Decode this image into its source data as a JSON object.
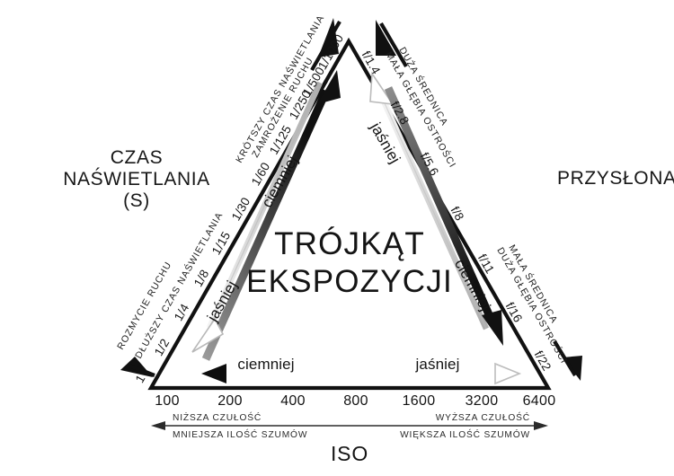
{
  "diagram": {
    "title": "TRÓJKĄT EKSPOZYCJI",
    "title_line1": "TRÓJKĄT",
    "title_line2": "EKSPOZYCJI",
    "colors": {
      "stroke": "#111111",
      "dark_arrow": "#1a1a1a",
      "light_arrow": "#d8d8d8",
      "text": "#141414",
      "background": "#ffffff"
    }
  },
  "shutter": {
    "corner_label_line1": "CZAS",
    "corner_label_line2": "NAŚWIETLANIA",
    "corner_label_line3": "(S)",
    "values": [
      "1",
      "1/2",
      "1/4",
      "1/8",
      "1/15",
      "1/30",
      "1/60",
      "1/125",
      "1/250",
      "1/500",
      "1/1000"
    ],
    "value_numerators": [
      "1",
      "1",
      "1",
      "1",
      "1",
      "1",
      "1",
      "1",
      "1",
      "1",
      "1"
    ],
    "value_denominators": [
      "",
      "2",
      "4",
      "8",
      "15",
      "30",
      "60",
      "125",
      "250",
      "500",
      "1000"
    ],
    "caption_bottom_outer": "ROZMYCIE RUCHU",
    "caption_bottom_inner": "DŁUŻSZY CZAS NAŚWIETLANIA",
    "caption_top_outer": "ZAMROŻENIE RUCHU",
    "caption_top_inner": "KRÓTSZY CZAS NAŚWIETLANIA",
    "inner_arrow_up_label": "ciemniej",
    "inner_arrow_down_label": "jaśniej"
  },
  "aperture": {
    "corner_label": "PRZYSŁONA",
    "values": [
      "f/1.4",
      "f/2.8",
      "f/5.6",
      "f/8",
      "f/11",
      "f/16",
      "f/22"
    ],
    "caption_top_outer": "MAŁA GŁĘBIA OSTROŚCI",
    "caption_top_inner": "DUŻA ŚREDNICA",
    "caption_bottom_outer": "DUŻA GŁĘBIA OSTROŚCI",
    "caption_bottom_inner": "MAŁA ŚREDNICA",
    "inner_arrow_up_label": "jaśniej",
    "inner_arrow_down_label": "ciemniej"
  },
  "iso": {
    "axis_title": "ISO",
    "values": [
      "100",
      "200",
      "400",
      "800",
      "1600",
      "3200",
      "6400"
    ],
    "arrow_left_label": "ciemniej",
    "arrow_right_label": "jaśniej",
    "caption_left_top": "NIŻSZA CZUŁOŚĆ",
    "caption_left_bottom": "MNIEJSZA ILOŚĆ SZUMÓW",
    "caption_right_top": "WYŻSZA CZUŁOŚĆ",
    "caption_right_bottom": "WIĘKSZA ILOŚĆ SZUMÓW"
  },
  "chart_data": {
    "type": "diagram",
    "title": "TRÓJKĄT EKSPOZYCJI",
    "axes": [
      {
        "name": "CZAS NAŚWIETLANIA (S)",
        "position": "left-edge",
        "ticks": [
          "1",
          "1/2",
          "1/4",
          "1/8",
          "1/15",
          "1/30",
          "1/60",
          "1/125",
          "1/250",
          "1/500",
          "1/1000"
        ],
        "direction_low": "ROZMYCIE RUCHU / DŁUŻSZY CZAS NAŚWIETLANIA",
        "direction_high": "ZAMROŻENIE RUCHU / KRÓTSZY CZAS NAŚWIETLANIA",
        "exposure_low_end": "jaśniej",
        "exposure_high_end": "ciemniej"
      },
      {
        "name": "PRZYSŁONA",
        "position": "right-edge",
        "ticks": [
          "f/1.4",
          "f/2.8",
          "f/5.6",
          "f/8",
          "f/11",
          "f/16",
          "f/22"
        ],
        "direction_low": "MAŁA GŁĘBIA OSTROŚCI / DUŻA ŚREDNICA",
        "direction_high": "DUŻA GŁĘBIA OSTROŚCI / MAŁA ŚREDNICA",
        "exposure_low_end": "jaśniej",
        "exposure_high_end": "ciemniej"
      },
      {
        "name": "ISO",
        "position": "bottom-edge",
        "ticks": [
          "100",
          "200",
          "400",
          "800",
          "1600",
          "3200",
          "6400"
        ],
        "direction_low": "NIŻSZA CZUŁOŚĆ / MNIEJSZA ILOŚĆ SZUMÓW",
        "direction_high": "WYŻSZA CZUŁOŚĆ / WIĘKSZA ILOŚĆ SZUMÓW",
        "exposure_low_end": "ciemniej",
        "exposure_high_end": "jaśniej"
      }
    ]
  }
}
